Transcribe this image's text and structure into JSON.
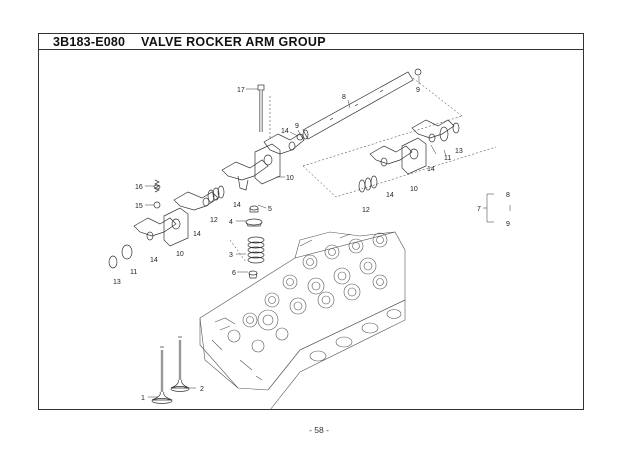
{
  "header": {
    "part_code": "3B183-E080",
    "group_title": "VALVE ROCKER ARM GROUP"
  },
  "callouts": [
    "1",
    "2",
    "3",
    "4",
    "5",
    "6",
    "7",
    "8",
    "9",
    "10",
    "11",
    "12",
    "13",
    "14",
    "15",
    "16",
    "17"
  ],
  "legend_7": {
    "parent": "7",
    "children": [
      "8",
      "9"
    ]
  },
  "footer": {
    "page_number": "- 58 -"
  }
}
